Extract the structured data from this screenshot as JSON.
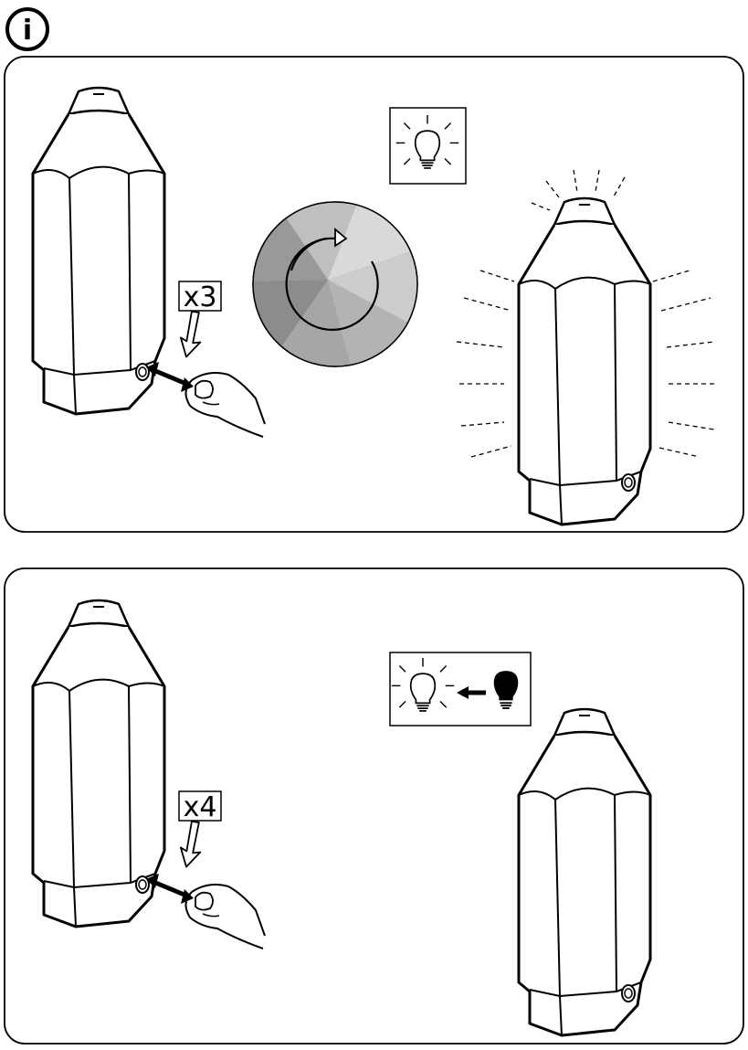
{
  "header": {
    "icon": "info-icon",
    "info_glyph": "i"
  },
  "panel_1": {
    "press_count": "x3",
    "indicator_icon": "lightbulb-on-icon",
    "center_icon": "color-wheel-rotate-icon",
    "result": "lamp-glowing",
    "wheel_colors": [
      "#d9d9d9",
      "#cccccc",
      "#b3b3b3",
      "#a6a6a6",
      "#8c8c8c",
      "#999999",
      "#bfbfbf"
    ]
  },
  "panel_2": {
    "press_count": "x4",
    "indicator_icons": [
      "lightbulb-on-icon",
      "arrow-left-icon",
      "lightbulb-off-icon"
    ],
    "result": "lamp-white-light"
  }
}
